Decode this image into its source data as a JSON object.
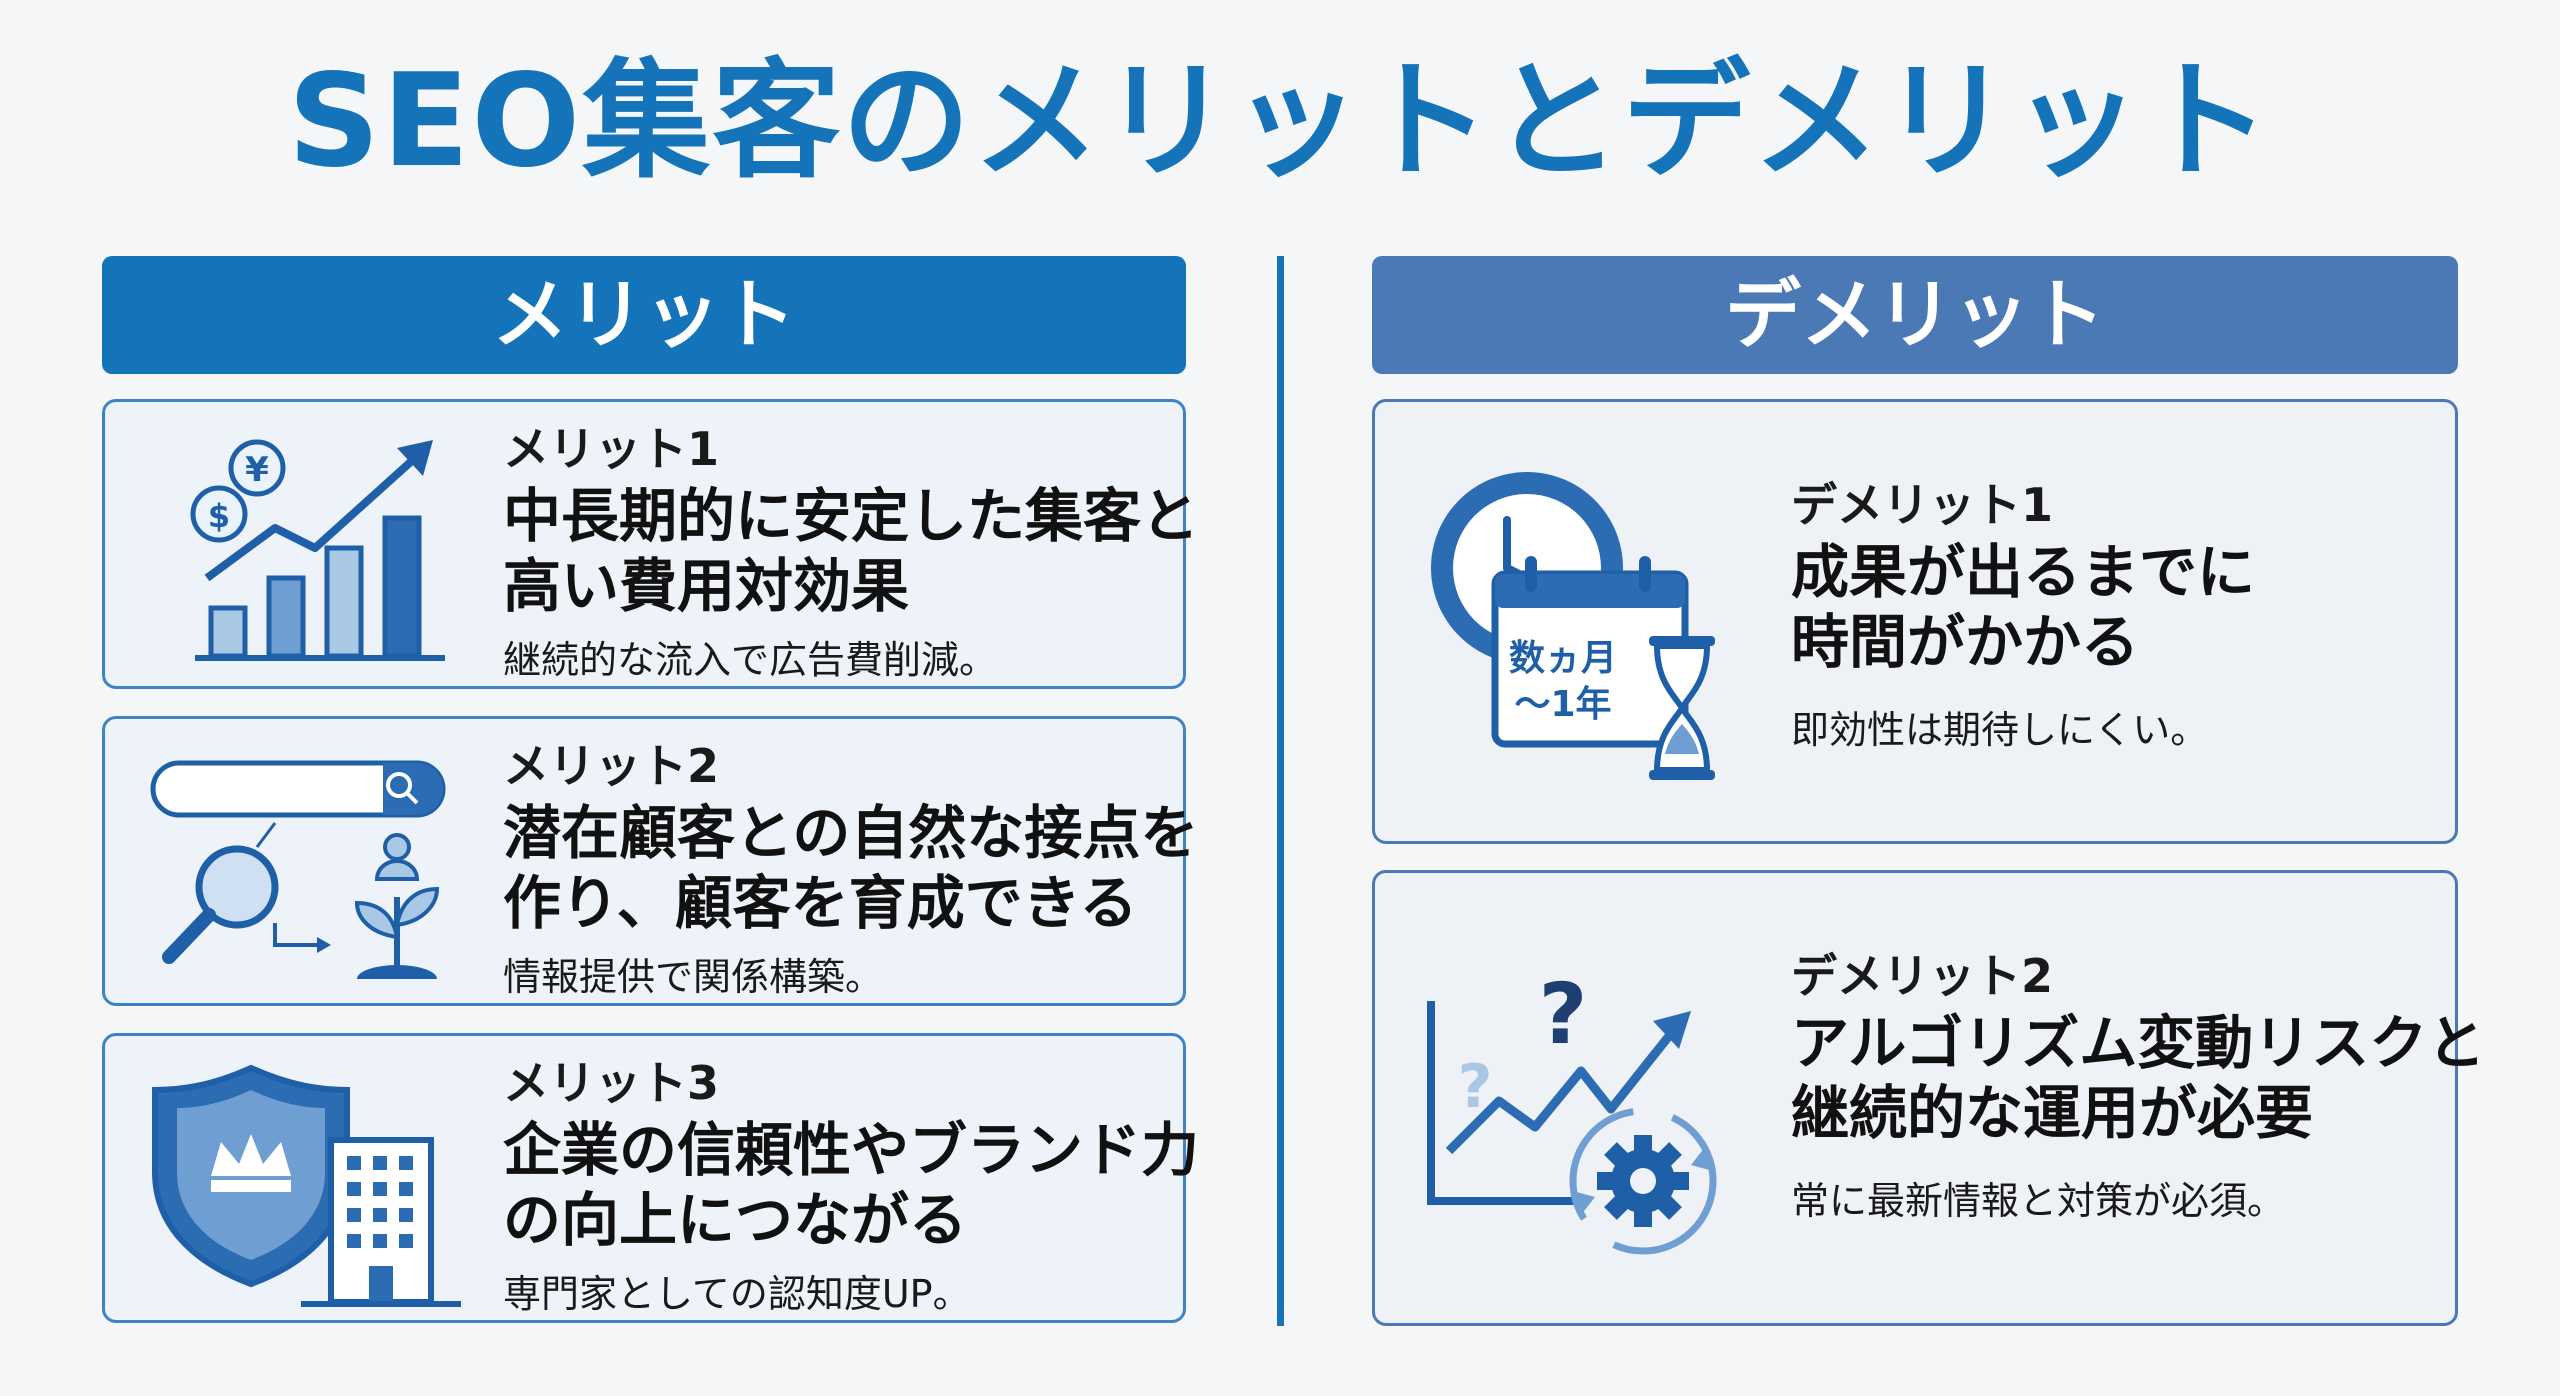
{
  "title": "SEO集客のメリットとデメリット",
  "columns": {
    "merit_header": "メリット",
    "demerit_header": "デメリット"
  },
  "merits": [
    {
      "label": "メリット1",
      "headline_lines": [
        "中長期的に安定した集客と",
        "高い費用対効果"
      ],
      "desc": "継続的な流入で広告費削減。",
      "icon": "growth-chart-icon"
    },
    {
      "label": "メリット2",
      "headline_lines": [
        "潜在顧客との自然な接点を",
        "作り、顧客を育成できる"
      ],
      "desc": "情報提供で関係構築。",
      "icon": "search-nurture-icon"
    },
    {
      "label": "メリット3",
      "headline_lines": [
        "企業の信頼性やブランド力",
        "の向上につながる"
      ],
      "desc": "専門家としての認知度UP。",
      "icon": "shield-crown-icon"
    }
  ],
  "demerits": [
    {
      "label": "デメリット1",
      "headline_lines": [
        "成果が出るまでに",
        "時間がかかる"
      ],
      "desc": "即効性は期待しにくい。",
      "icon": "clock-calendar-icon",
      "calendar_lines": [
        "数ヵ月",
        "～1年"
      ]
    },
    {
      "label": "デメリット2",
      "headline_lines": [
        "アルゴリズム変動リスクと",
        "継続的な運用が必要"
      ],
      "desc": "常に最新情報と対策が必須。",
      "icon": "volatile-chart-gear-icon",
      "question_marks": [
        "?",
        "?"
      ]
    }
  ],
  "colors": {
    "primary": "#1473b9",
    "secondary": "#4a79b6",
    "icon_light": "#a9c8e6"
  }
}
